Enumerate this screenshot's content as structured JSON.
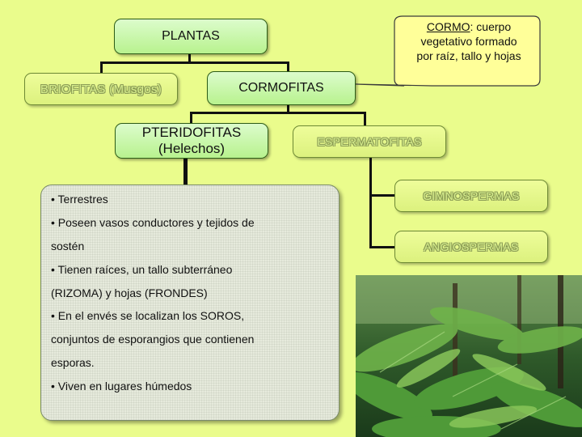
{
  "nodes": {
    "plantas": "PLANTAS",
    "briofitas": "BRIOFITAS (Musgos)",
    "cormofitas": "CORMOFITAS",
    "pteridofitas_line1": "PTERIDOFITAS",
    "pteridofitas_line2": "(Helechos)",
    "espermatofitas": "ESPERMATOFITAS",
    "gimnospermas": "GIMNOSPERMAS",
    "angiospermas": "ANGIOSPERMAS"
  },
  "callout": {
    "term": "CORMO",
    "line1_rest": ": cuerpo",
    "line2": "vegetativo formado",
    "line3": "por raíz, tallo y hojas"
  },
  "info_lines": [
    "• Terrestres",
    "• Poseen vasos conductores y tejidos de",
    "sostén",
    "• Tienen raíces, un tallo subterráneo",
    "(RIZOMA) y hojas (FRONDES)",
    "• En el envés se localizan los SOROS,",
    "conjuntos de esporangios que contienen",
    "esporas.",
    "• Viven en lugares húmedos"
  ],
  "colors": {
    "background": "#eafc8c",
    "node_fill": "#c8f6a6",
    "callout_fill": "#ffff99",
    "line": "#111111"
  },
  "icons": {
    "photo": "fern-forest-photo"
  }
}
